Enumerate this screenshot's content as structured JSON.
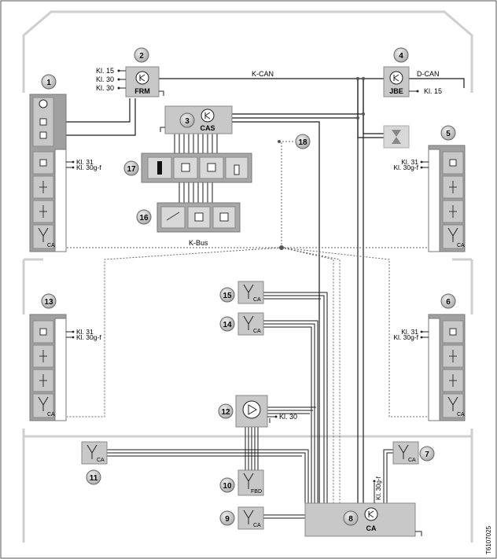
{
  "diagram": {
    "figure_id": "T6107025",
    "buses": {
      "k_can": "K-CAN",
      "d_can": "D-CAN",
      "k_bus": "K-Bus"
    },
    "modules": {
      "frm": "FRM",
      "jbe": "JBE",
      "cas": "CAS",
      "ca_main": "CA",
      "ca": "CA",
      "fbd": "FBD"
    },
    "terminals": {
      "kl15": "Kl. 15",
      "kl30": "Kl. 30",
      "kl31": "Kl. 31",
      "kl30gf": "Kl. 30g-f"
    },
    "callouts": [
      "1",
      "2",
      "3",
      "4",
      "5",
      "6",
      "7",
      "8",
      "9",
      "10",
      "11",
      "12",
      "13",
      "14",
      "15",
      "16",
      "17",
      "18"
    ]
  },
  "colors": {
    "module_fill": "#c8c8c8",
    "module_dark": "#a0a0a0",
    "line": "#1a1a1a",
    "callout_fill": "#d0d0d0",
    "outline": "#cfcfcf"
  }
}
